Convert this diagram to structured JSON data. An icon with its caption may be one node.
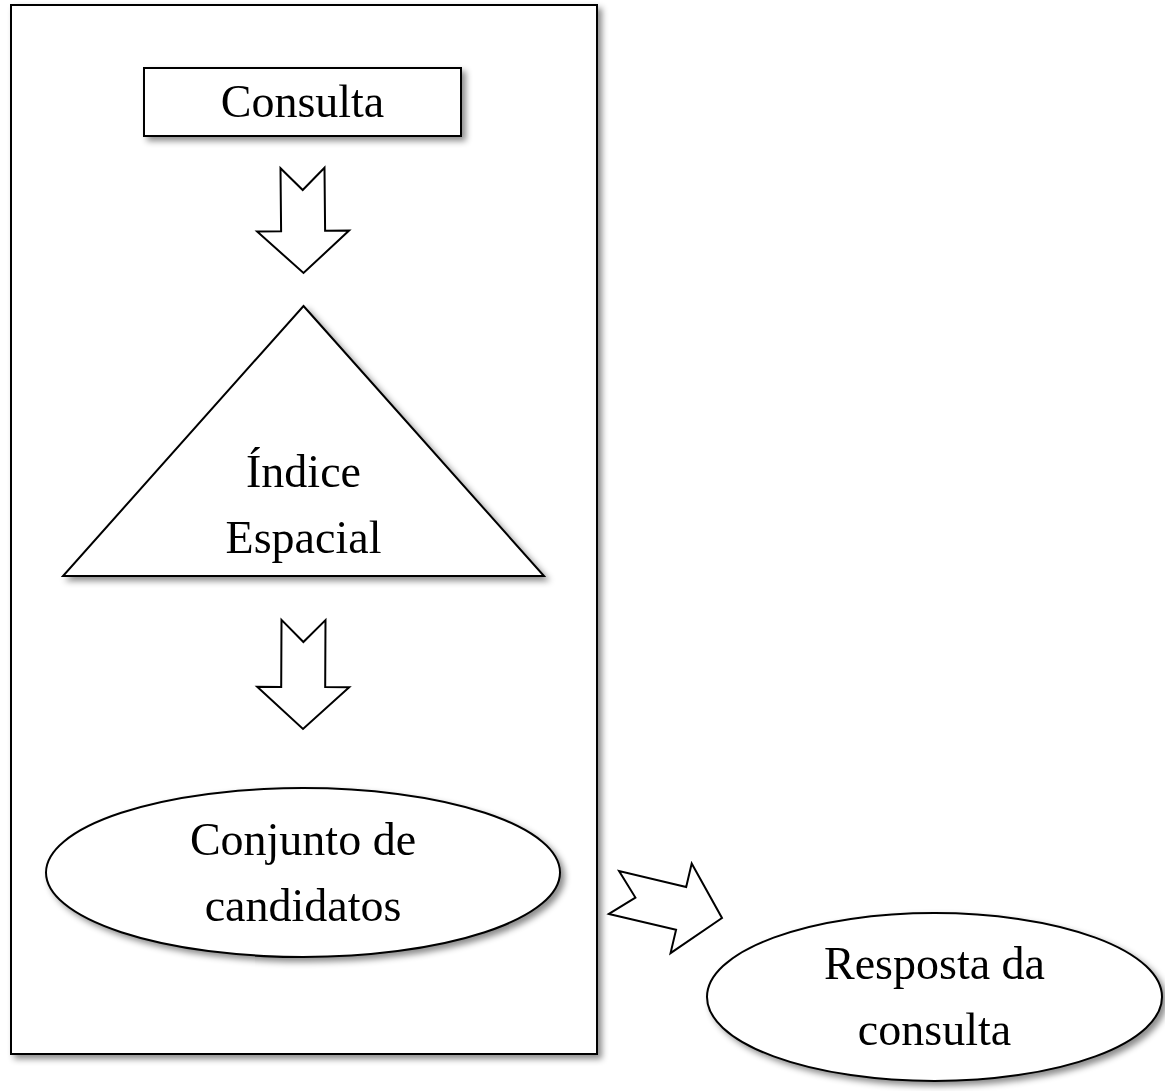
{
  "diagram": {
    "nodes": [
      {
        "text": [],
        "shape": "box"
      },
      {
        "text": [
          "Consulta"
        ],
        "in": 0
      },
      {
        "text": [
          "Índice Espacial"
        ],
        "in": 0
      },
      {
        "text": [
          "Conjunto de candidatos"
        ],
        "in": 0
      },
      {
        "text": [
          "Resposta da consulta"
        ]
      }
    ],
    "edges": [
      {
        "from": 1,
        "to": 2,
        "arrow": "to"
      },
      {
        "from": 2,
        "to": 3,
        "arrow": "to"
      },
      {
        "from": 3,
        "to": 4,
        "arrow": "to"
      }
    ]
  }
}
